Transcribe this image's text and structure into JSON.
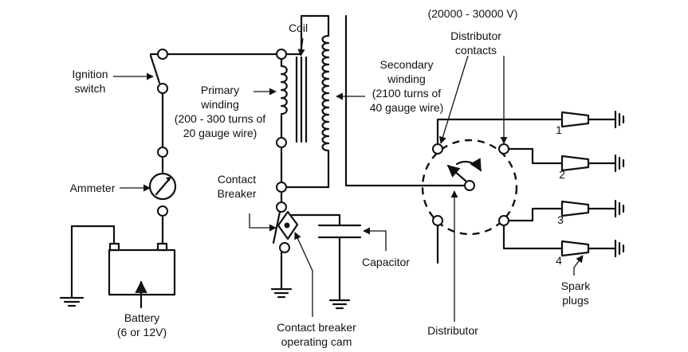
{
  "labels": {
    "voltage": "(20000 - 30000 V)",
    "coil": "Coil",
    "ignition_switch_1": "Ignition",
    "ignition_switch_2": "switch",
    "primary_1": "Primary",
    "primary_2": "winding",
    "primary_3": "(200 - 300 turns of",
    "primary_4": "20 gauge wire)",
    "dist_contacts_1": "Distributor",
    "dist_contacts_2": "contacts",
    "secondary_1": "Secondary",
    "secondary_2": "winding",
    "secondary_3": "(2100 turns of",
    "secondary_4": "40 gauge wire)",
    "ammeter": "Ammeter",
    "contact_breaker_1": "Contact",
    "contact_breaker_2": "Breaker",
    "capacitor": "Capacitor",
    "battery_1": "Battery",
    "battery_2": "(6 or 12V)",
    "cam_1": "Contact breaker",
    "cam_2": "operating cam",
    "distributor": "Distributor",
    "spark_plugs_1": "Spark",
    "spark_plugs_2": "plugs"
  },
  "plug_numbers": [
    "1",
    "2",
    "3",
    "4"
  ]
}
